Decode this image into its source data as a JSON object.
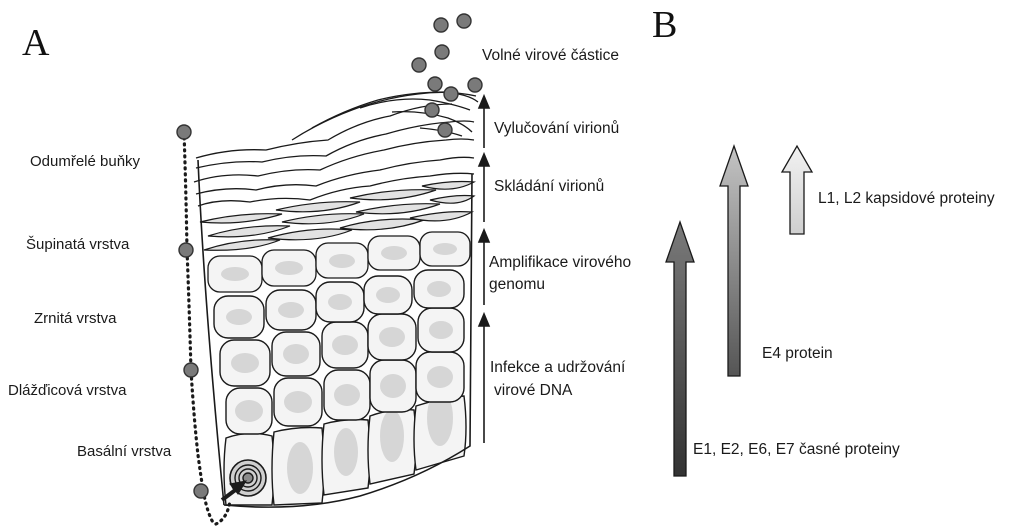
{
  "panels": {
    "a_letter": "A",
    "b_letter": "B"
  },
  "layers": {
    "dead_cells": "Odumřelé buňky",
    "squamous": "Šupinatá vrstva",
    "granular": "Zrnitá vrstva",
    "spinous": "Dlážďicová  vrstva",
    "basal": "Basální vrstva"
  },
  "stages": {
    "free_particles": "Volné virové částice",
    "release": "Vylučování virionů",
    "assembly": "Skládání virionů",
    "amplification_line1": "Amplifikace virového",
    "amplification_line2": "genomu",
    "infection_line1": "Infekce a udržování",
    "infection_line2": "virové DNA"
  },
  "proteins": {
    "late": "L1, L2 kapsidové proteiny",
    "e4": "E4 protein",
    "early": "E1, E2, E6, E7 časné proteiny"
  },
  "colors": {
    "line": "#1a1a1a",
    "virion": "#7a7a7a",
    "cell_fill": "#f4f4f4",
    "nucleus": "#d6d6d6",
    "arrow_early_top": "#6e6e6e",
    "arrow_early_bottom": "#3a3a3a",
    "arrow_e4_top": "#b0b0b0",
    "arrow_e4_bottom": "#5a5a5a",
    "arrow_late": "#e0e0e0"
  }
}
